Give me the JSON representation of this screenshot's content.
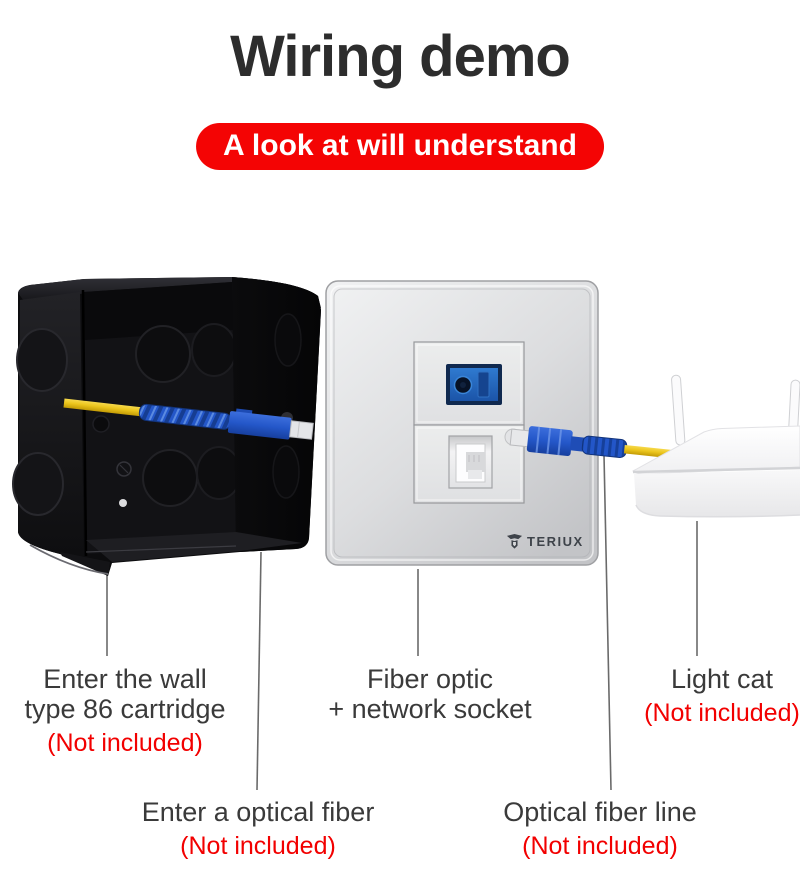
{
  "header": {
    "title": "Wiring demo",
    "badge": "A look at will understand"
  },
  "plate": {
    "brand": "TERIUX"
  },
  "callouts": {
    "wall_box": {
      "line1": "Enter the wall",
      "line2": "type 86 cartridge",
      "note": "(Not included)"
    },
    "socket": {
      "line1": "Fiber optic",
      "line2": "+ network socket"
    },
    "light_cat": {
      "line1": "Light cat",
      "note": "(Not included)"
    },
    "fiber_in": {
      "line1": "Enter a optical fiber",
      "note": "(Not included)"
    },
    "fiber_line": {
      "line1": "Optical fiber line",
      "note": "(Not included)"
    }
  },
  "colors": {
    "badge_red": "#f40404",
    "note_red": "#f20000",
    "title_gray": "#2d2d2d",
    "label_gray": "#3a3a3a",
    "fiber_yellow": "#ecc61d",
    "connector_blue": "#2457c9",
    "plate_silver": "#d9dadc"
  }
}
